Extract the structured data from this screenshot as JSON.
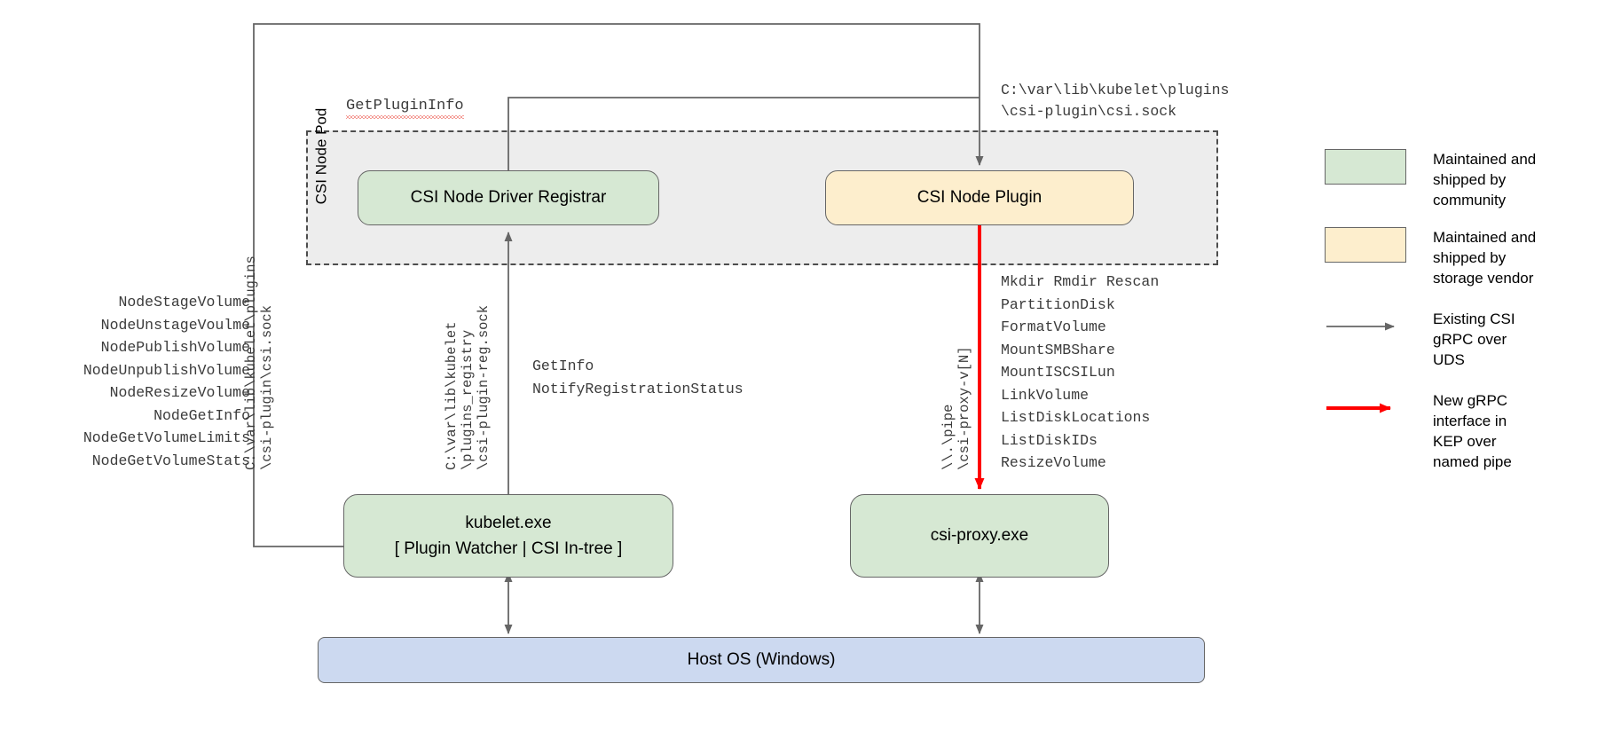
{
  "diagram": {
    "pod": {
      "label": "CSI Node Pod"
    },
    "boxes": {
      "registrar": {
        "label": "CSI Node Driver Registrar",
        "color": "#d6e8d3"
      },
      "plugin": {
        "label": "CSI Node Plugin",
        "color": "#fdeecd"
      },
      "kubelet": {
        "line1": "kubelet.exe",
        "line2": "[ Plugin Watcher | CSI In-tree ]",
        "color": "#d6e8d3"
      },
      "proxy": {
        "label": "csi-proxy.exe",
        "color": "#d6e8d3"
      },
      "hostos": {
        "label": "Host OS (Windows)",
        "color": "#ccd9f0"
      }
    },
    "labels": {
      "get_plugin_info": "GetPluginInfo",
      "plugin_socket_path": "C:\\var\\lib\\kubelet\\plugins\n\\csi-plugin\\csi.sock",
      "registrar_getinfo": "GetInfo\nNotifyRegistrationStatus",
      "csi_sock_vertical": "C:\\var\\lib\\kubelet\\plugins\n\\csi-plugin\\csi.sock",
      "reg_sock_vertical": "C:\\var\\lib\\kubelet\n\\plugins_registry\n\\csi-plugin-reg.sock",
      "named_pipe_vertical": "\\\\.\\pipe\n\\csi-proxy-v[N]"
    },
    "csi_node_rpcs": [
      "NodeStageVolume",
      "NodeUnstageVoulme",
      "NodePublishVolume",
      "NodeUnpublishVolume",
      "NodeResizeVolume",
      "NodeGetInfo",
      "NodeGetVolumeLimits",
      "NodeGetVolumeStats"
    ],
    "proxy_operations": [
      "Mkdir Rmdir Rescan",
      "PartitionDisk",
      "FormatVolume",
      "MountSMBShare",
      "MountISCSILun",
      "LinkVolume",
      "ListDiskLocations",
      "ListDiskIDs",
      "ResizeVolume"
    ]
  },
  "legend": {
    "items": [
      {
        "kind": "swatch",
        "color": "#d6e8d3",
        "text": "Maintained and\nshipped by\ncommunity"
      },
      {
        "kind": "swatch",
        "color": "#fdeecd",
        "text": "Maintained and\nshipped by\nstorage vendor"
      },
      {
        "kind": "arrow",
        "color": "#666666",
        "text": "Existing CSI\ngRPC over\nUDS"
      },
      {
        "kind": "arrow",
        "color": "#ff0000",
        "text": "New gRPC\ninterface in\nKEP over\nnamed pipe"
      }
    ]
  },
  "colors": {
    "community_green": "#d6e8d3",
    "vendor_yellow": "#fdeecd",
    "host_blue": "#ccd9f0",
    "pod_gray": "#ededed",
    "stroke_gray": "#666666",
    "new_grpc_red": "#ff0000"
  }
}
